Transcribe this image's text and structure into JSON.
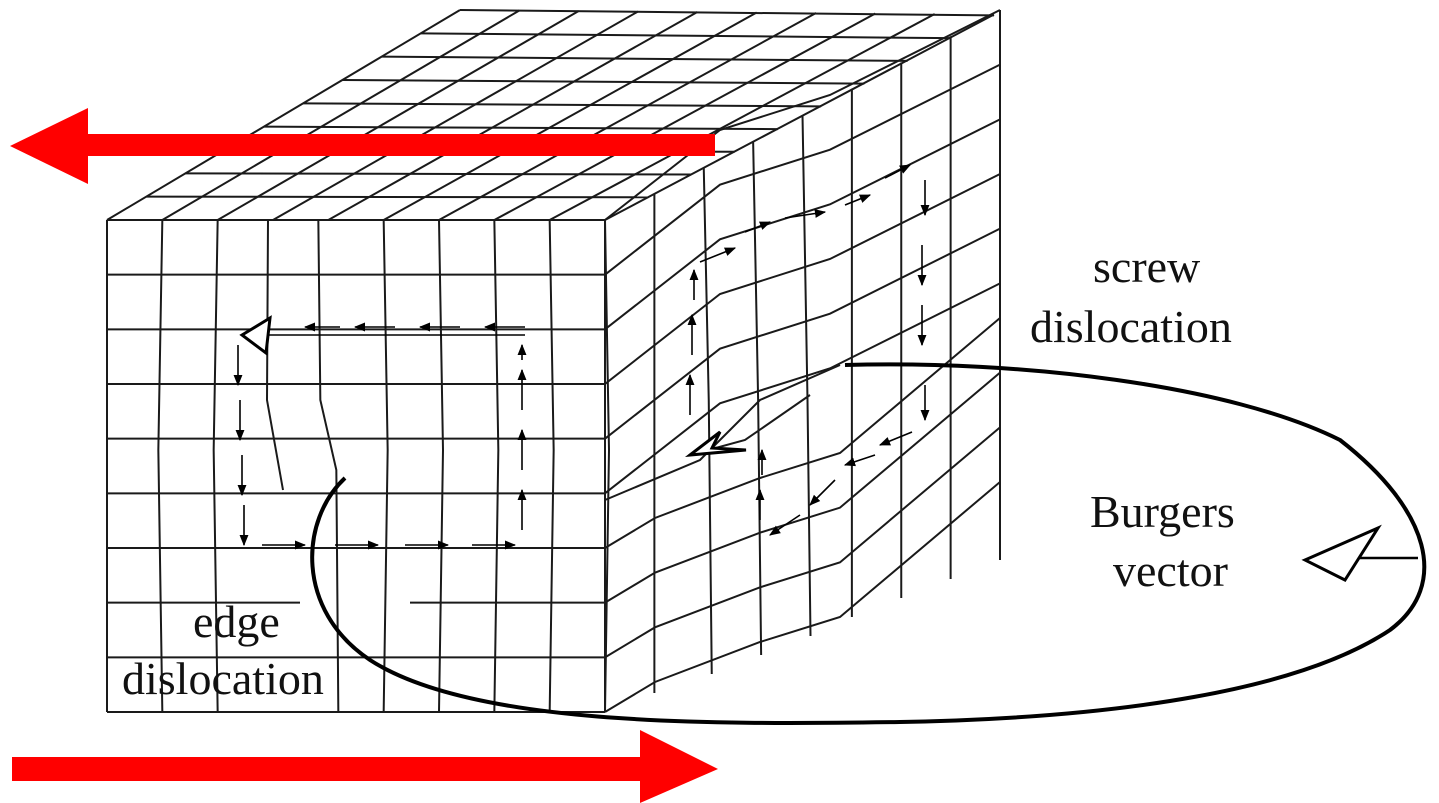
{
  "labels": {
    "screw_line1": "screw",
    "screw_line2": "dislocation",
    "burgers_line1": "Burgers",
    "burgers_line2": "vector",
    "edge_line1": "edge",
    "edge_line2": "dislocation"
  },
  "colors": {
    "shear_arrow": "#ff0000",
    "lattice": "#1a1a1a",
    "circuit": "#000000",
    "background": "#ffffff"
  },
  "shear_arrows": [
    {
      "direction": "left"
    },
    {
      "direction": "right"
    }
  ]
}
